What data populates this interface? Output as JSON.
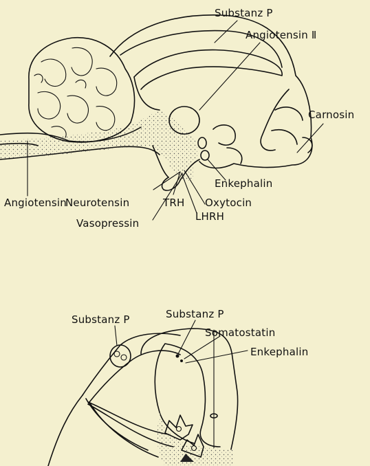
{
  "upper_diagram": {
    "labels": {
      "substanz_p": "Substanz P",
      "angiotensin_ii": "Angiotensin Ⅱ",
      "carnosin": "Carnosin",
      "enkephalin": "Enkephalin",
      "neurotensin": "Neurotensin",
      "angiotensin": "Angiotensin",
      "trh": "TRH",
      "oxytocin": "Oxytocin",
      "lhrh": "LHRH",
      "vasopressin": "Vasopressin"
    }
  },
  "lower_diagram": {
    "labels": {
      "substanz_p_left": "Substanz P",
      "substanz_p_top": "Substanz P",
      "somatostatin": "Somatostatin",
      "enkephalin": "Enkephalin"
    }
  }
}
